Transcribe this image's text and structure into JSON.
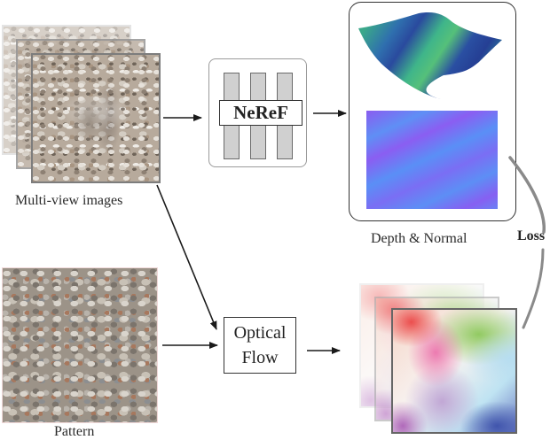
{
  "diagram": {
    "nodes": {
      "multiview": {
        "label": "Multi-view images",
        "layers": 3
      },
      "neref": {
        "label": "NeReF",
        "bars": 3
      },
      "depth_normal": {
        "label": "Depth & Normal",
        "parts": [
          "depth-surface",
          "normal-map"
        ]
      },
      "pattern": {
        "label": "Pattern"
      },
      "optical_flow": {
        "line1": "Optical",
        "line2": "Flow"
      },
      "flow_maps": {
        "layers": 3
      }
    },
    "loss": {
      "label": "Loss"
    },
    "edges": [
      {
        "from": "multiview",
        "to": "neref"
      },
      {
        "from": "neref",
        "to": "depth_normal"
      },
      {
        "from": "multiview",
        "to": "optical_flow"
      },
      {
        "from": "pattern",
        "to": "optical_flow"
      },
      {
        "from": "optical_flow",
        "to": "flow_maps"
      },
      {
        "from": "depth_normal",
        "to": "flow_maps",
        "label": "Loss",
        "style": "gray-curve"
      }
    ],
    "colors": {
      "arrow": "#1a1a1a",
      "loss_curve": "#8a8a8a",
      "neref_bar": "#d0d0d0",
      "normal_purple": "#8a5cf0",
      "normal_blue": "#5f8ff5",
      "depth_green": "#3fb58a",
      "depth_blue": "#2b4fa0"
    }
  }
}
